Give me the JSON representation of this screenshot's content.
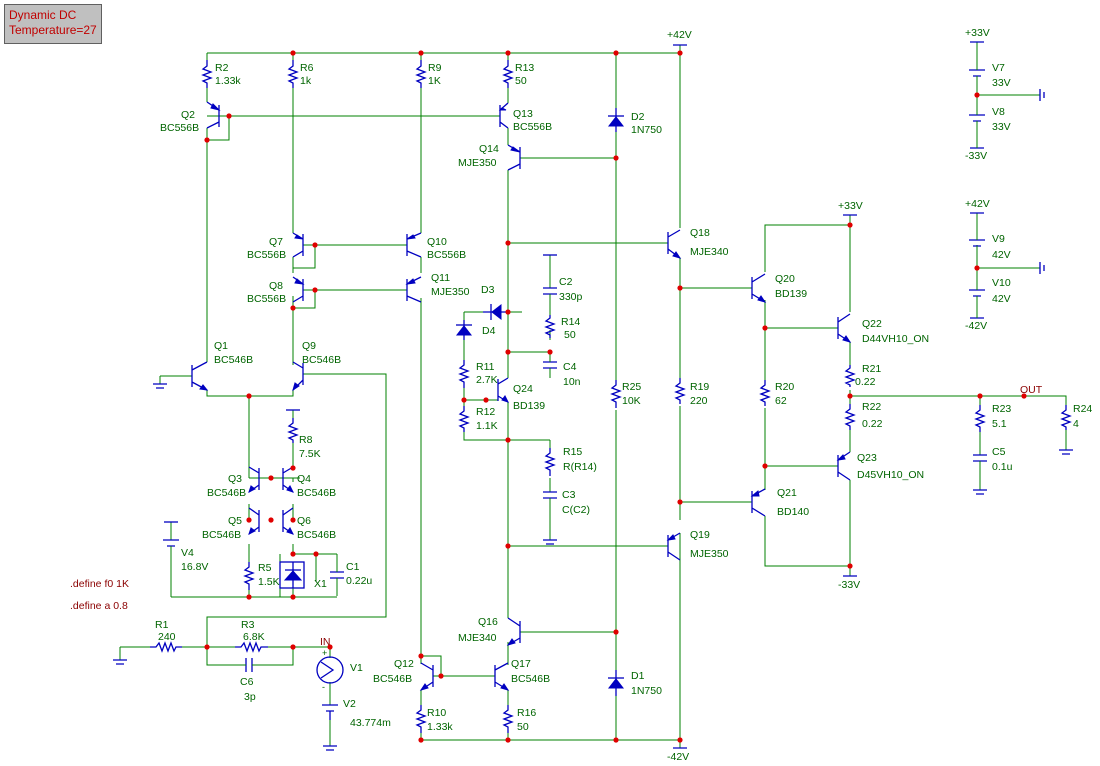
{
  "header": {
    "line1": "Dynamic DC",
    "line2": "Temperature=27"
  },
  "directives": [
    "define f0 1K",
    "define a 0.8"
  ],
  "nets": {
    "rail_pos42": "+42V",
    "rail_neg42": "-42V",
    "rail_pos33": "+33V",
    "rail_neg33": "-33V",
    "out": "OUT",
    "in": "IN"
  },
  "components": {
    "R1": {
      "ref": "R1",
      "value": "240"
    },
    "R2": {
      "ref": "R2",
      "value": "1.33k"
    },
    "R3": {
      "ref": "R3",
      "value": "6.8K"
    },
    "R5": {
      "ref": "R5",
      "value": "1.5K"
    },
    "R6": {
      "ref": "R6",
      "value": "1k"
    },
    "R8": {
      "ref": "R8",
      "value": "7.5K"
    },
    "R9": {
      "ref": "R9",
      "value": "1K"
    },
    "R10": {
      "ref": "R10",
      "value": "1.33k"
    },
    "R11": {
      "ref": "R11",
      "value": "2.7K"
    },
    "R12": {
      "ref": "R12",
      "value": "1.1K"
    },
    "R13": {
      "ref": "R13",
      "value": "50"
    },
    "R14": {
      "ref": "R14",
      "value": "50"
    },
    "R15": {
      "ref": "R15",
      "value": "R(R14)"
    },
    "R16": {
      "ref": "R16",
      "value": "50"
    },
    "R19": {
      "ref": "R19",
      "value": "220"
    },
    "R20": {
      "ref": "R20",
      "value": "62"
    },
    "R21": {
      "ref": "R21",
      "value": "0.22"
    },
    "R22": {
      "ref": "R22",
      "value": "0.22"
    },
    "R23": {
      "ref": "R23",
      "value": "5.1"
    },
    "R24": {
      "ref": "R24",
      "value": "4"
    },
    "R25": {
      "ref": "R25",
      "value": "10K"
    },
    "C1": {
      "ref": "C1",
      "value": "0.22u"
    },
    "C2": {
      "ref": "C2",
      "value": "330p"
    },
    "C3": {
      "ref": "C3",
      "value": "C(C2)"
    },
    "C4": {
      "ref": "C4",
      "value": "10n"
    },
    "C5": {
      "ref": "C5",
      "value": "0.1u"
    },
    "C6": {
      "ref": "C6",
      "value": "3p"
    },
    "D1": {
      "ref": "D1",
      "value": "1N750"
    },
    "D2": {
      "ref": "D2",
      "value": "1N750"
    },
    "D3": {
      "ref": "D3",
      "value": ""
    },
    "D4": {
      "ref": "D4",
      "value": ""
    },
    "X1": {
      "ref": "X1",
      "value": ""
    },
    "Q1": {
      "ref": "Q1",
      "value": "BC546B"
    },
    "Q2": {
      "ref": "Q2",
      "value": "BC556B"
    },
    "Q3": {
      "ref": "Q3",
      "value": "BC546B"
    },
    "Q4": {
      "ref": "Q4",
      "value": "BC546B"
    },
    "Q5": {
      "ref": "Q5",
      "value": "BC546B"
    },
    "Q6": {
      "ref": "Q6",
      "value": "BC546B"
    },
    "Q7": {
      "ref": "Q7",
      "value": "BC556B"
    },
    "Q8": {
      "ref": "Q8",
      "value": "BC556B"
    },
    "Q9": {
      "ref": "Q9",
      "value": "BC546B"
    },
    "Q10": {
      "ref": "Q10",
      "value": "BC556B"
    },
    "Q11": {
      "ref": "Q11",
      "value": "MJE350"
    },
    "Q12": {
      "ref": "Q12",
      "value": "BC546B"
    },
    "Q13": {
      "ref": "Q13",
      "value": "BC556B"
    },
    "Q14": {
      "ref": "Q14",
      "value": "MJE350"
    },
    "Q16": {
      "ref": "Q16",
      "value": "MJE340"
    },
    "Q17": {
      "ref": "Q17",
      "value": "BC546B"
    },
    "Q18": {
      "ref": "Q18",
      "value": "MJE340"
    },
    "Q19": {
      "ref": "Q19",
      "value": "MJE350"
    },
    "Q20": {
      "ref": "Q20",
      "value": "BD139"
    },
    "Q21": {
      "ref": "Q21",
      "value": "BD140"
    },
    "Q22": {
      "ref": "Q22",
      "value": "D44VH10_ON"
    },
    "Q23": {
      "ref": "Q23",
      "value": "D45VH10_ON"
    },
    "Q24": {
      "ref": "Q24",
      "value": "BD139"
    },
    "V1": {
      "ref": "V1",
      "value": ""
    },
    "V2": {
      "ref": "V2",
      "value": "43.774m"
    },
    "V4": {
      "ref": "V4",
      "value": "16.8V"
    },
    "V7": {
      "ref": "V7",
      "value": "33V"
    },
    "V8": {
      "ref": "V8",
      "value": "33V"
    },
    "V9": {
      "ref": "V9",
      "value": "42V"
    },
    "V10": {
      "ref": "V10",
      "value": "42V"
    }
  }
}
